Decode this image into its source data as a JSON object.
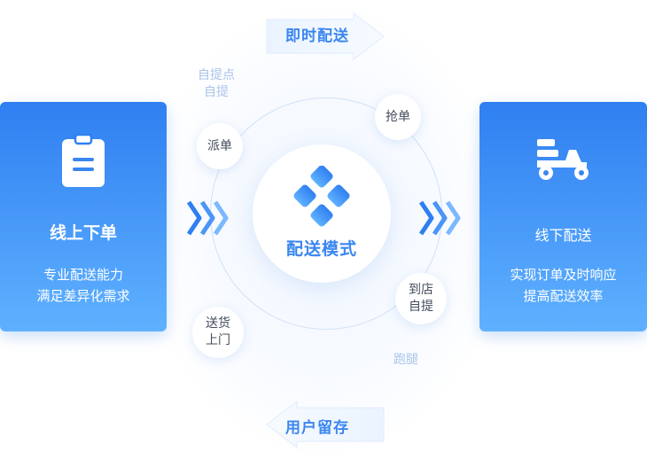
{
  "top_arrow": {
    "label": "即时配送"
  },
  "bottom_arrow": {
    "label": "用户留存"
  },
  "center": {
    "label": "配送模式"
  },
  "left_card": {
    "title": "线上下单",
    "desc_line1": "专业配送能力",
    "desc_line2": "满足差异化需求",
    "icon": "clipboard-icon"
  },
  "right_card": {
    "title": "线下配送",
    "desc_line1": "实现订单及时响应",
    "desc_line2": "提高配送效率",
    "icon": "delivery-scooter-icon"
  },
  "nodes": {
    "dispatch": "派单",
    "grab": "抢单",
    "to_store_line1": "到店",
    "to_store_line2": "自提",
    "home_line1": "送货",
    "home_line2": "上门"
  },
  "faint_labels": {
    "pickup_point_line1": "自提点",
    "pickup_point_line2": "自提",
    "errand": "跑腿"
  },
  "colors": {
    "accent": "#3a86f0",
    "card_top": "#2f7ff1",
    "card_bottom": "#5fb1ff",
    "faint": "#aac4ea"
  }
}
